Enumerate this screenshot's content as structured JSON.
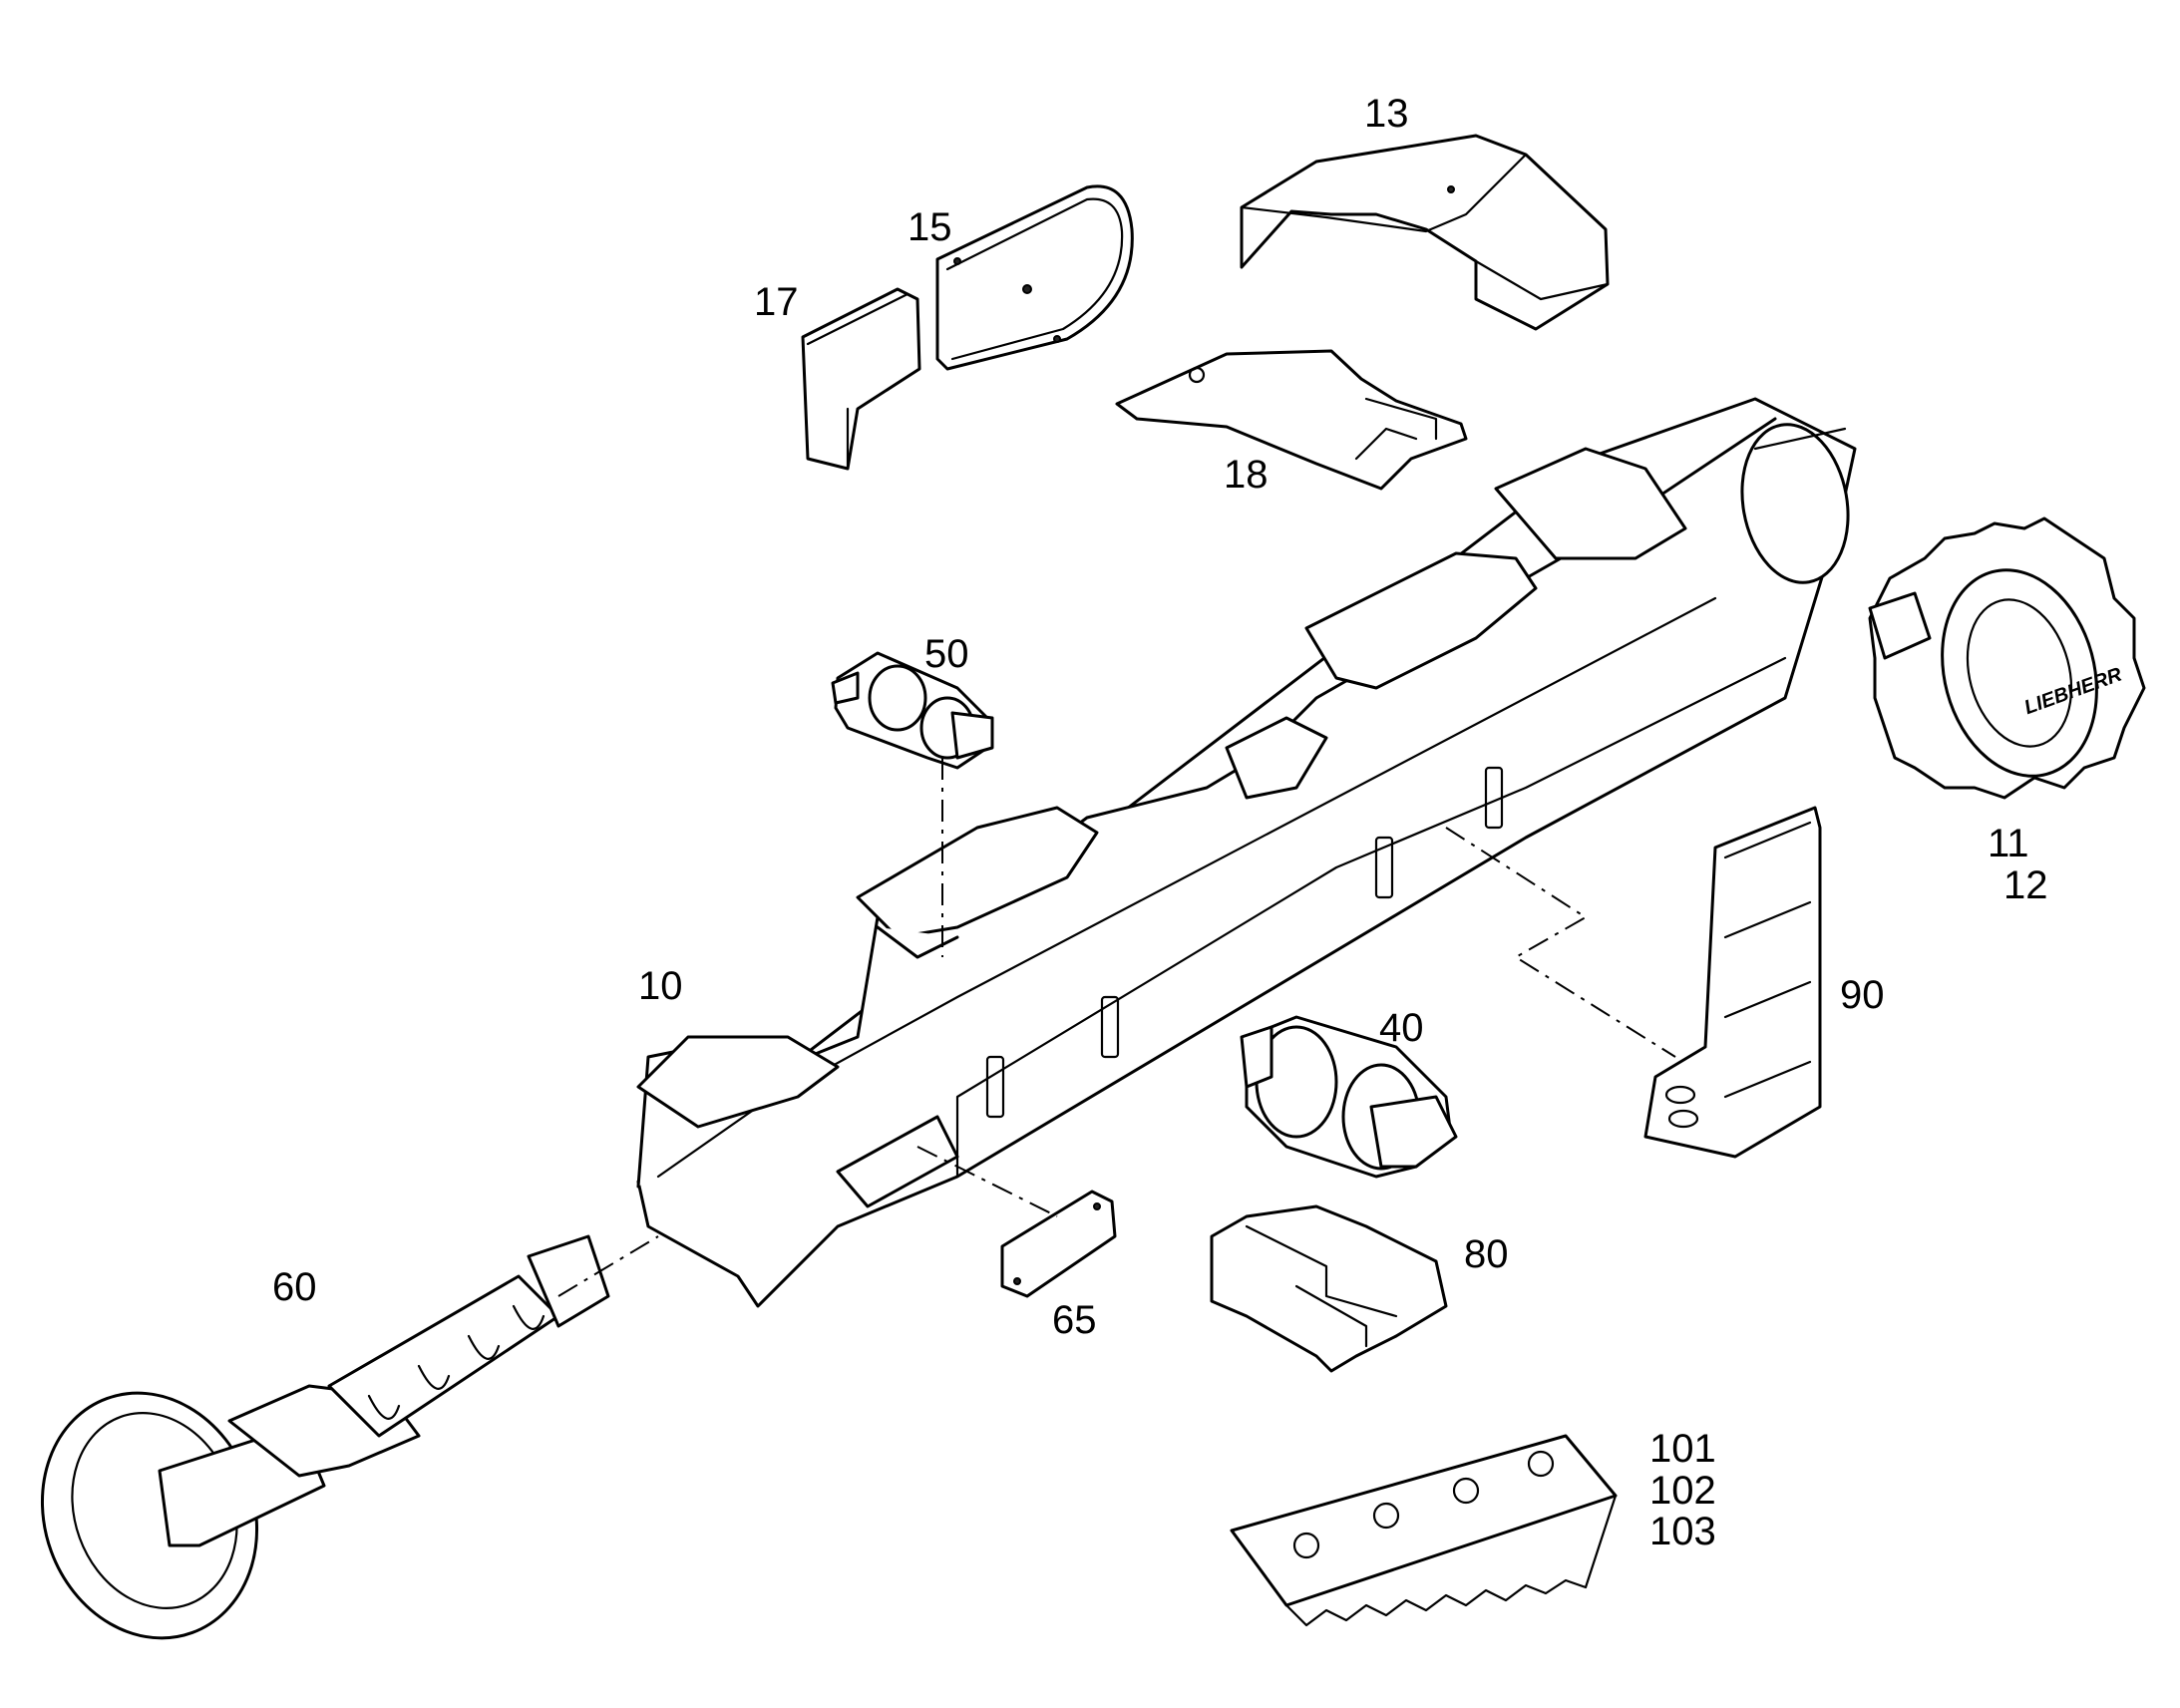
{
  "diagram": {
    "logo_text": "LIEBHERR",
    "callouts": [
      {
        "id": "13",
        "label": "13"
      },
      {
        "id": "15",
        "label": "15"
      },
      {
        "id": "17",
        "label": "17"
      },
      {
        "id": "18",
        "label": "18"
      },
      {
        "id": "50",
        "label": "50"
      },
      {
        "id": "11",
        "label": "11"
      },
      {
        "id": "12",
        "label": "12"
      },
      {
        "id": "10",
        "label": "10"
      },
      {
        "id": "40",
        "label": "40"
      },
      {
        "id": "90",
        "label": "90"
      },
      {
        "id": "80",
        "label": "80"
      },
      {
        "id": "60",
        "label": "60"
      },
      {
        "id": "65",
        "label": "65"
      },
      {
        "id": "101",
        "label": "101"
      },
      {
        "id": "102",
        "label": "102"
      },
      {
        "id": "103",
        "label": "103"
      }
    ]
  }
}
